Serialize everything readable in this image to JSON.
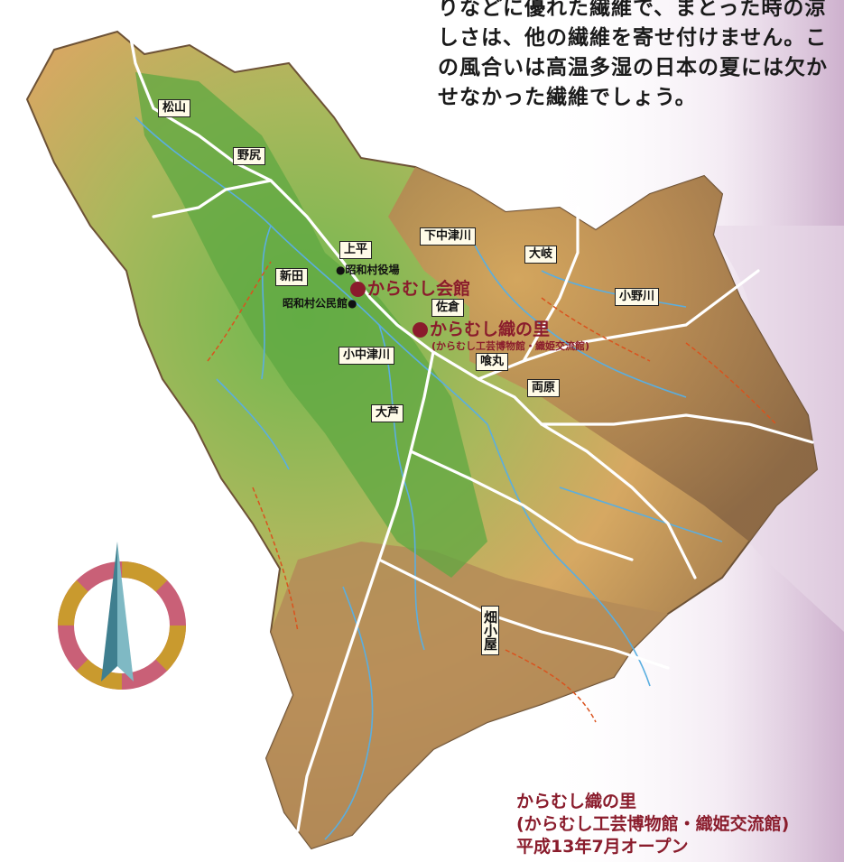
{
  "intro_text": [
    "りなどに優れた繊維で、まとった時の涼",
    "しさは、他の繊維を寄せ付けません。こ",
    "の風合いは高温多湿の日本の夏には欠か",
    "せなかった繊維でしょう。"
  ],
  "places": {
    "matsuyama": "松山",
    "nojiri": "野尻",
    "kamidaira": "上平",
    "shimonakatsugawa": "下中津川",
    "okuki": "大岐",
    "shinden": "新田",
    "onogawa": "小野川",
    "sakura": "佐倉",
    "konakatsugawa": "小中津川",
    "kuimaru": "喰丸",
    "ryohara": "両原",
    "ooashi": "大芦",
    "hatakegoya": "畑小屋"
  },
  "poi": {
    "village_office": "●昭和村役場",
    "public_hall": "昭和村公民館●",
    "karamushi_kaikan": "からむし会館",
    "karamushi_sato": "からむし織の里",
    "karamushi_sato_sub": "(からむし工芸博物館・織姫交流館)"
  },
  "caption": {
    "line1": "からむし織の里",
    "line2": "(からむし工芸博物館・織姫交流館)",
    "line3": "平成13年7月オープン"
  },
  "colors": {
    "lowland_green": "#5fa842",
    "highland_tan": "#d0a060",
    "mountain_brown": "#8f6a44",
    "river_blue": "#5aaee0",
    "road_white": "#ffffff",
    "boundary_orange": "#d9531e",
    "accent_red": "#8a1c2c",
    "compass_pink": "#c96077",
    "compass_gold": "#c99a2e",
    "compass_needle": "#5a9aa8"
  },
  "compass_icon": "north-arrow-icon"
}
